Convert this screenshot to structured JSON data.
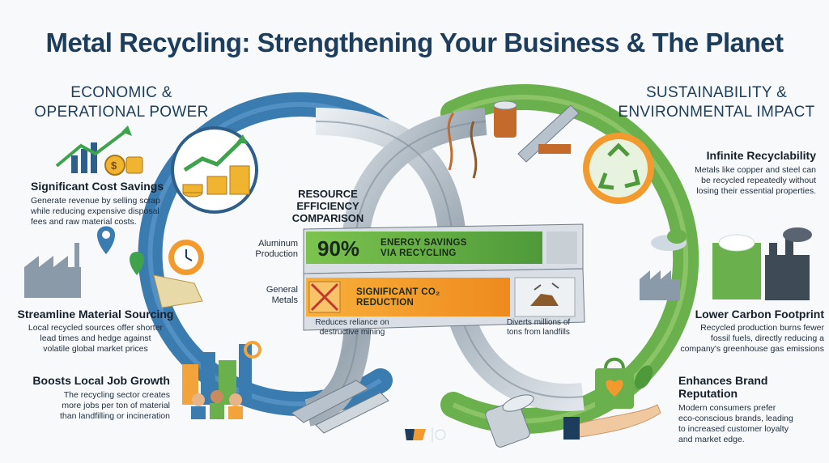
{
  "title": "Metal Recycling: Strengthening Your Business & The Planet",
  "left_heading": [
    "ECONOMIC &",
    "OPERATIONAL POWER"
  ],
  "right_heading": [
    "SUSTAINABILITY &",
    "ENVIRONMENTAL IMPACT"
  ],
  "center_heading": [
    "RESOURCE",
    "EFFICIENCY",
    "COMPARISON"
  ],
  "features_left": [
    {
      "title": "Significant Cost Savings",
      "desc": [
        "Generate revenue by selling scrap",
        "while reducing expensive disposal",
        "fees and raw material costs."
      ]
    },
    {
      "title": "Streamline Material Sourcing",
      "desc": [
        "Local recycled sources offer shorter",
        "lead times and hedge against",
        "volatile global market prices"
      ]
    },
    {
      "title": "Boosts Local Job Growth",
      "desc": [
        "The recycling sector creates",
        "more jobs per ton of material",
        "than landfilling or incineration"
      ]
    }
  ],
  "features_right": [
    {
      "title": "Infinite Recyclability",
      "desc": [
        "Metals like copper and steel can",
        "be recycled repeatedly without",
        "losing their essential properties."
      ]
    },
    {
      "title": "Lower Carbon Footprint",
      "desc": [
        "Recycled production burns fewer",
        "fossil fuels, directly reducing a",
        "company's greenhouse gas emissions"
      ]
    },
    {
      "title": "Enhances Brand Reputation",
      "desc": [
        "Modern consumers prefer",
        "eco-conscious brands, leading",
        "to increased customer loyalty",
        "and market edge."
      ]
    }
  ],
  "comparison": {
    "row1_label": [
      "Aluminum",
      "Production"
    ],
    "row1_value": "90%",
    "row1_text": [
      "ENERGY SAVINGS",
      "VIA RECYCLING"
    ],
    "row2_label": [
      "General",
      "Metals"
    ],
    "row2_text": [
      "SIGNIFICANT CO₂",
      "REDUCTION"
    ],
    "note_left": [
      "Reduces reliance on",
      "destructive mining"
    ],
    "note_right": [
      "Diverts millions of",
      "tons from landfills"
    ]
  },
  "colors": {
    "blue": "#3a7bb0",
    "green": "#6ab04c",
    "orange": "#f09a2a",
    "steel": "#b8c2cc",
    "navy": "#1d3d5c"
  },
  "icons": [
    "growth-chart-icon",
    "coins-icon",
    "factory-icon",
    "map-pin-icon",
    "city-skyline-icon",
    "workers-icon",
    "gear-icon",
    "recycle-icon",
    "cloud-icon",
    "smokestack-icon",
    "shopping-bag-icon",
    "heart-leaf-icon",
    "hand-icon",
    "metal-can-icon",
    "steel-beam-icon",
    "wire-icon",
    "brand-logo-icon"
  ]
}
